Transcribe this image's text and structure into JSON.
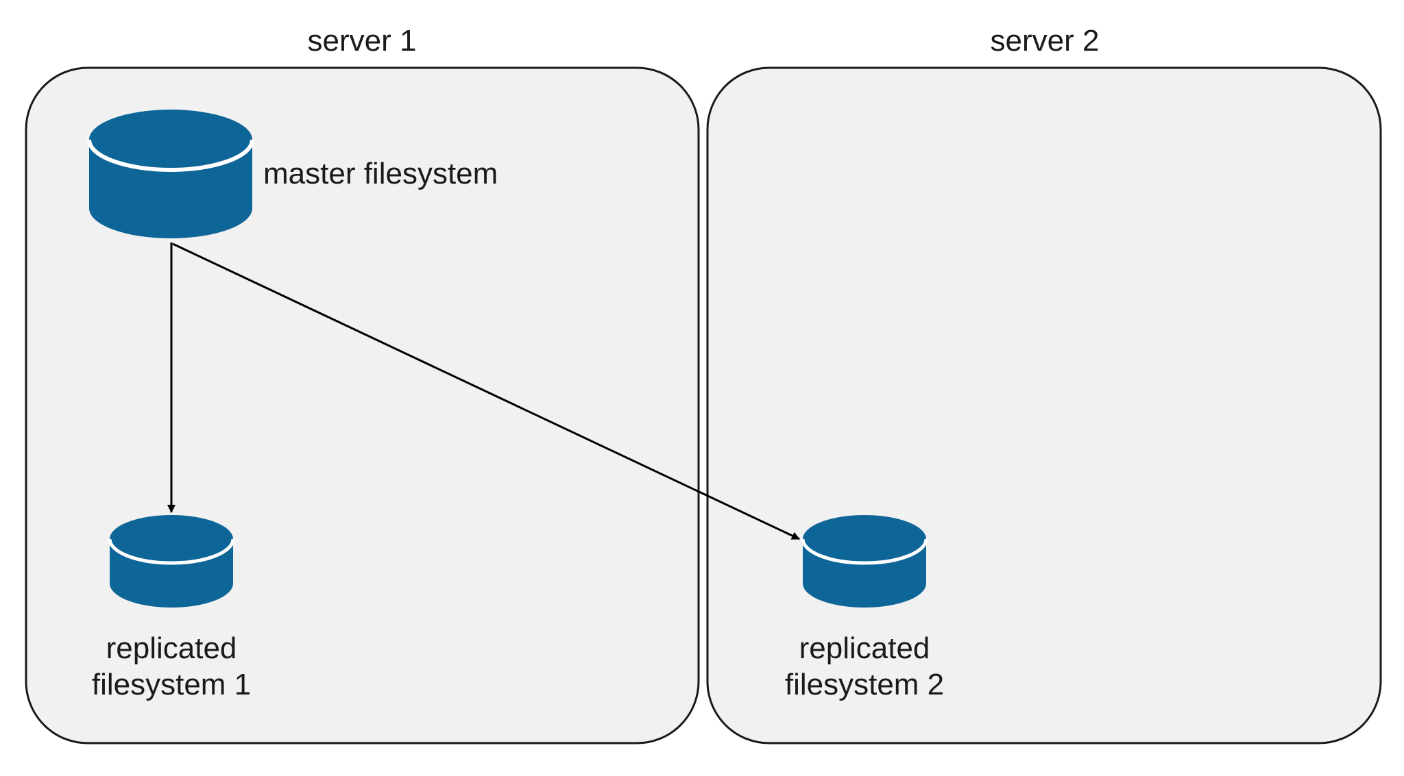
{
  "colors": {
    "background": "#ffffff",
    "server_fill": "#f1f1f1",
    "server_stroke": "#1a1a1a",
    "disk_fill": "#0e6598",
    "disk_rim": "#ffffff",
    "arrow": "#000000"
  },
  "servers": [
    {
      "label": "server 1"
    },
    {
      "label": "server 2"
    }
  ],
  "nodes": {
    "master": {
      "label": "master filesystem",
      "icon": "database-icon"
    },
    "replica1": {
      "label_line1": "replicated",
      "label_line2": "filesystem 1",
      "icon": "database-icon"
    },
    "replica2": {
      "label_line1": "replicated",
      "label_line2": "filesystem 2",
      "icon": "database-icon"
    }
  },
  "edges": [
    {
      "from": "master filesystem",
      "to": "replicated filesystem 1"
    },
    {
      "from": "master filesystem",
      "to": "replicated filesystem 2"
    }
  ]
}
